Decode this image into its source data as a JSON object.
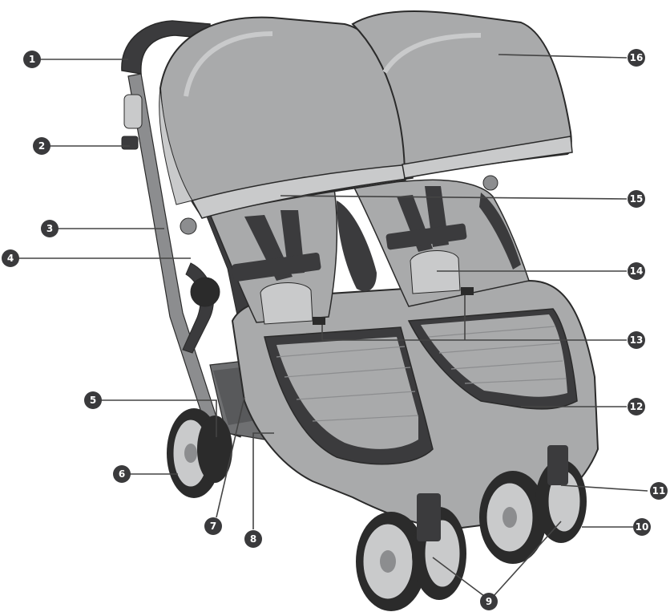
{
  "colors": {
    "fabric_light": "#c9cacb",
    "fabric_mid": "#a9aaab",
    "fabric_dark": "#3b3b3d",
    "frame": "#8c8d8f",
    "tire": "#2b2b2b",
    "outline": "#2a2a2a",
    "callout_fill": "#3a3a3c"
  },
  "callouts": [
    {
      "number": "1"
    },
    {
      "number": "2"
    },
    {
      "number": "3"
    },
    {
      "number": "4"
    },
    {
      "number": "5"
    },
    {
      "number": "6"
    },
    {
      "number": "7"
    },
    {
      "number": "8"
    },
    {
      "number": "9"
    },
    {
      "number": "10"
    },
    {
      "number": "11"
    },
    {
      "number": "12"
    },
    {
      "number": "13"
    },
    {
      "number": "14"
    },
    {
      "number": "15"
    },
    {
      "number": "16"
    }
  ]
}
